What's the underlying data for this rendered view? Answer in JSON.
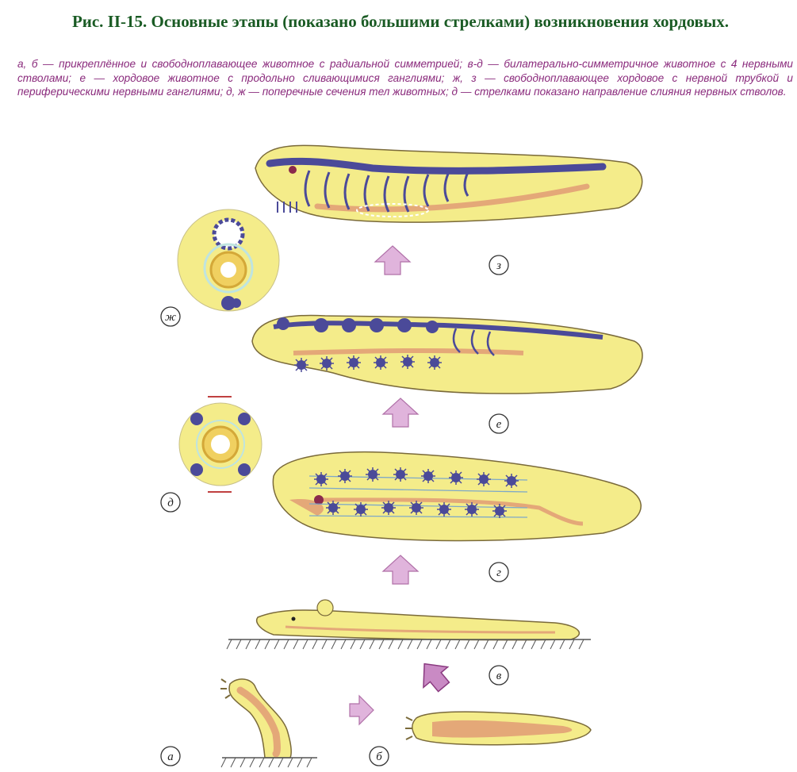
{
  "title": "Рис. II-15. Основные этапы (показано большими стрелками) возникновения хордовых.",
  "caption": "а, б — прикреплённое и свободноплавающее животное с радиальной симметрией; в-д — билатерально-симметричное животное с 4 нервными стволами; е — хордовое животное с продольно сливающимися ганглиями; ж, з — свободноплавающее хордовое с нервной трубкой и периферическими нервными ганглиями; д, ж — поперечные сечения тел животных; д — стрелками показано направление слияния нервных стволов.",
  "labels": {
    "a": "а",
    "b": "б",
    "v": "в",
    "g": "г",
    "d": "д",
    "e": "е",
    "zh": "ж",
    "z": "з"
  },
  "colors": {
    "body_fill": "#f4ec8a",
    "body_outline": "#7a6a3a",
    "nerve": "#4b4a99",
    "gut": "#e4a878",
    "arrow": "#d9a6d6",
    "arrow_dark": "#b560a8",
    "title": "#1a5b24",
    "caption": "#8a2a7c"
  }
}
